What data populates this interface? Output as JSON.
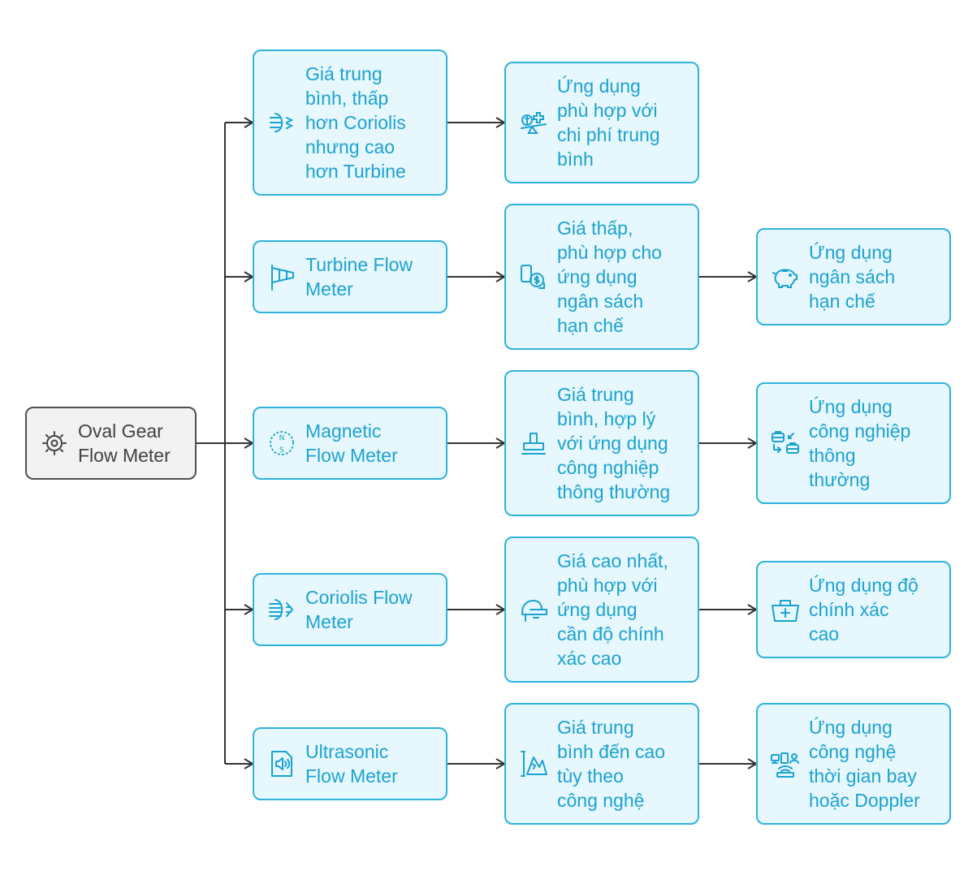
{
  "colors": {
    "accent": "#1ba3d1",
    "border": "#2fb3dc",
    "fill": "#e6f7fd",
    "root_border": "#505050",
    "root_fill": "#f2f2f2",
    "root_text": "#424242",
    "line": "#333333"
  },
  "root": {
    "label": "Oval Gear\nFlow Meter",
    "icon": "gear-icon"
  },
  "branches": [
    {
      "meter": {
        "label": "Giá trung\nbình, thấp\nhơn Coriolis\nnhưng cao\nhơn Turbine",
        "icon": "fan-wind-icon"
      },
      "price": {
        "label": "Ứng dụng\nphù hợp với\nchi phí trung\nbình",
        "icon": "balance-cost-icon"
      }
    },
    {
      "meter": {
        "label": "Turbine Flow\nMeter",
        "icon": "windsock-icon"
      },
      "price": {
        "label": "Giá thấp,\nphù hợp cho\nứng dụng\nngân sách\nhạn chế",
        "icon": "phone-money-icon"
      },
      "application": {
        "label": "Ứng dụng\nngân sách\nhạn chế",
        "icon": "piggy-bank-icon"
      }
    },
    {
      "meter": {
        "label": "Magnetic\nFlow Meter",
        "icon": "compass-icon"
      },
      "price": {
        "label": "Giá trung\nbình, hợp lý\nvới ứng dụng\ncông nghiệp\nthông thường",
        "icon": "stamp-icon"
      },
      "application": {
        "label": "Ứng dụng\ncông nghiệp\nthông\nthường",
        "icon": "toolbox-exchange-icon"
      }
    },
    {
      "meter": {
        "label": "Coriolis Flow\nMeter",
        "icon": "airflow-icon"
      },
      "price": {
        "label": "Giá cao nhất,\nphù hợp với\nứng dụng\ncần độ chính\nxác cao",
        "icon": "precision-cap-icon"
      },
      "application": {
        "label": "Ứng dụng độ\nchính xác\ncao",
        "icon": "medical-kit-icon"
      }
    },
    {
      "meter": {
        "label": "Ultrasonic\nFlow Meter",
        "icon": "sound-file-icon"
      },
      "price": {
        "label": "Giá trung\nbình đến cao\ntùy theo\ncông nghệ",
        "icon": "mountain-range-icon"
      },
      "application": {
        "label": "Ứng dụng\ncông nghệ\nthời gian bay\nhoặc Doppler",
        "icon": "network-devices-icon"
      }
    }
  ]
}
